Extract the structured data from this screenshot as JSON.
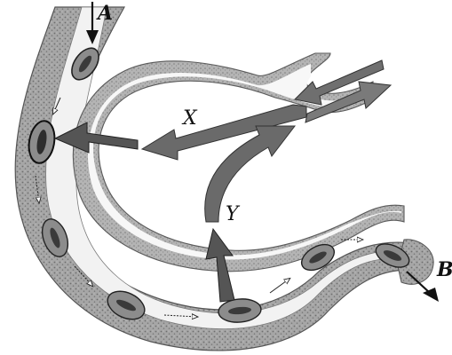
{
  "labels": {
    "a": "A",
    "b": "B",
    "x": "X",
    "y": "Y"
  },
  "colors": {
    "vessel_wall": "#9a9a9a",
    "vessel_wall_dark": "#6f6f6f",
    "vessel_lumen": "#ededed",
    "blood_cell": "#8a8a8a",
    "blood_cell_core": "#3a3a3a",
    "arrow": "#6a6a6a",
    "flow_arrow": "#111111"
  },
  "icons": {
    "arrow_x": "left-arrow-icon",
    "arrow_y": "curved-up-arrow-icon",
    "arrow_in": "left-arrow-icon",
    "arrow_out": "right-arrow-icon",
    "flow_in": "down-arrow-icon",
    "flow_out": "down-right-arrow-icon"
  }
}
